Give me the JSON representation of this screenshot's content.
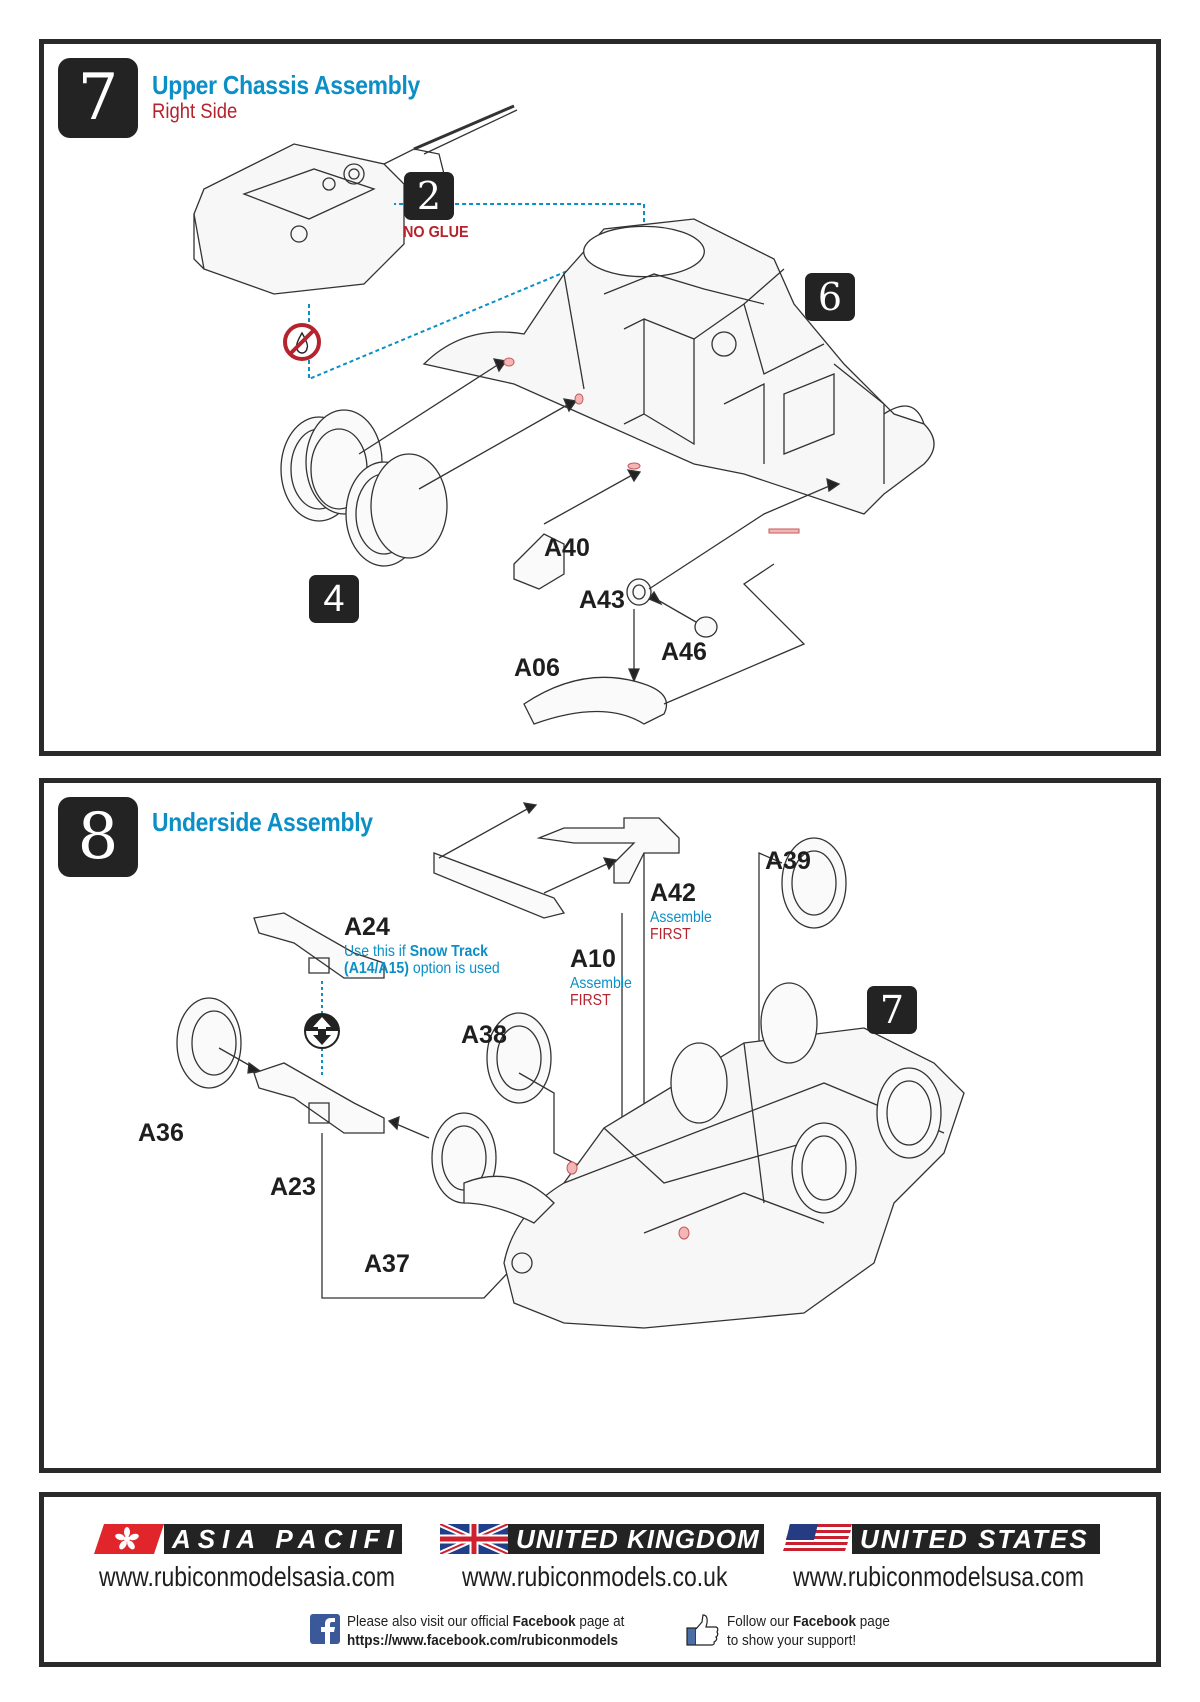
{
  "steps": [
    {
      "number": "7",
      "title": "Upper Chassis Assembly",
      "subtitle": "Right Side",
      "sub_assembly_refs": [
        "2",
        "6",
        "4"
      ],
      "notice": "NO GLUE",
      "notice_icon": "no-glue-icon",
      "parts": [
        {
          "id": "A40"
        },
        {
          "id": "A43"
        },
        {
          "id": "A46"
        },
        {
          "id": "A06"
        }
      ]
    },
    {
      "number": "8",
      "title": "Underside Assembly",
      "sub_assembly_refs": [
        "7"
      ],
      "parts": [
        {
          "id": "A24",
          "note_prefix": "Use this if ",
          "note_bold": "Snow Track",
          "note_line2_bold": "(A14/A15)",
          "note_line2": " option is used"
        },
        {
          "id": "A42",
          "note_blue": "Assemble",
          "note_red": "FIRST"
        },
        {
          "id": "A39"
        },
        {
          "id": "A10",
          "note_blue": "Assemble",
          "note_red": "FIRST"
        },
        {
          "id": "A38"
        },
        {
          "id": "A36"
        },
        {
          "id": "A23"
        },
        {
          "id": "A37"
        }
      ],
      "option_icon": "swap-option-icon"
    }
  ],
  "footer": {
    "regions": [
      {
        "label": "ASIA PACIFIC",
        "flag": "hong-kong-flag",
        "url": "www.rubiconmodelsasia.com"
      },
      {
        "label": "UNITED KINGDOM",
        "flag": "union-jack-flag",
        "url": "www.rubiconmodels.co.uk"
      },
      {
        "label": "UNITED STATES",
        "flag": "us-flag",
        "url": "www.rubiconmodelsusa.com"
      }
    ],
    "facebook": {
      "line1_prefix": "Please also visit our official ",
      "line1_bold": "Facebook",
      "line1_suffix": " page at",
      "line2": "https://www.facebook.com/rubiconmodels"
    },
    "like": {
      "line1_prefix": "Follow our ",
      "line1_bold": "Facebook",
      "line1_suffix": " page",
      "line2": "to show your support!"
    }
  },
  "colors": {
    "title_blue": "#0b8fc6",
    "accent_red": "#b5232d",
    "badge_dark": "#232323",
    "highlight_pink": "#f2b6b6"
  }
}
